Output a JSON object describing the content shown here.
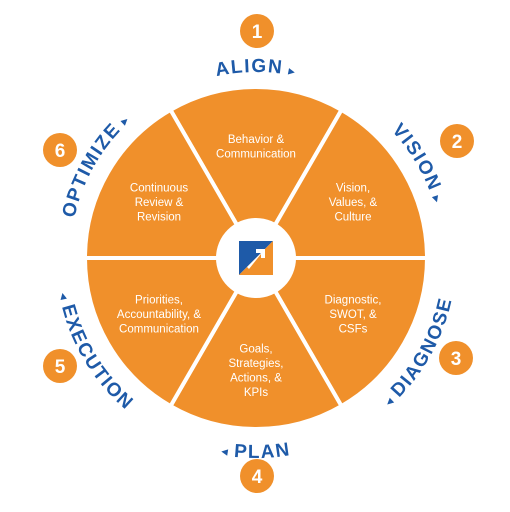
{
  "colors": {
    "segment": "#f0902b",
    "divider": "#ffffff",
    "badge": "#f0902b",
    "label": "#1e5aa8",
    "logo_orange": "#f0902b",
    "logo_blue": "#1e5aa8"
  },
  "center_logo": {
    "icon": "arrow-up-right-logo-icon"
  },
  "segments": [
    {
      "lines": [
        "Behavior &",
        "Communication"
      ]
    },
    {
      "lines": [
        "Vision,",
        "Values, &",
        "Culture"
      ]
    },
    {
      "lines": [
        "Diagnostic,",
        "SWOT, &",
        "CSFs"
      ]
    },
    {
      "lines": [
        "Goals,",
        "Strategies,",
        "Actions, &",
        "KPIs"
      ]
    },
    {
      "lines": [
        "Priorities,",
        "Accountability, &",
        "Communication"
      ]
    },
    {
      "lines": [
        "Continuous",
        "Review &",
        "Revision"
      ]
    }
  ],
  "stages": [
    {
      "number": "1",
      "label": "ALIGN",
      "arrow": "▸"
    },
    {
      "number": "2",
      "label": "VISION",
      "arrow": "▸"
    },
    {
      "number": "3",
      "label": "DIAGNOSE",
      "arrow": "◂"
    },
    {
      "number": "4",
      "label": "PLAN",
      "arrow": "◂"
    },
    {
      "number": "5",
      "label": "EXECUTION",
      "arrow": "◂"
    },
    {
      "number": "6",
      "label": "OPTIMIZE",
      "arrow": "▸"
    }
  ]
}
